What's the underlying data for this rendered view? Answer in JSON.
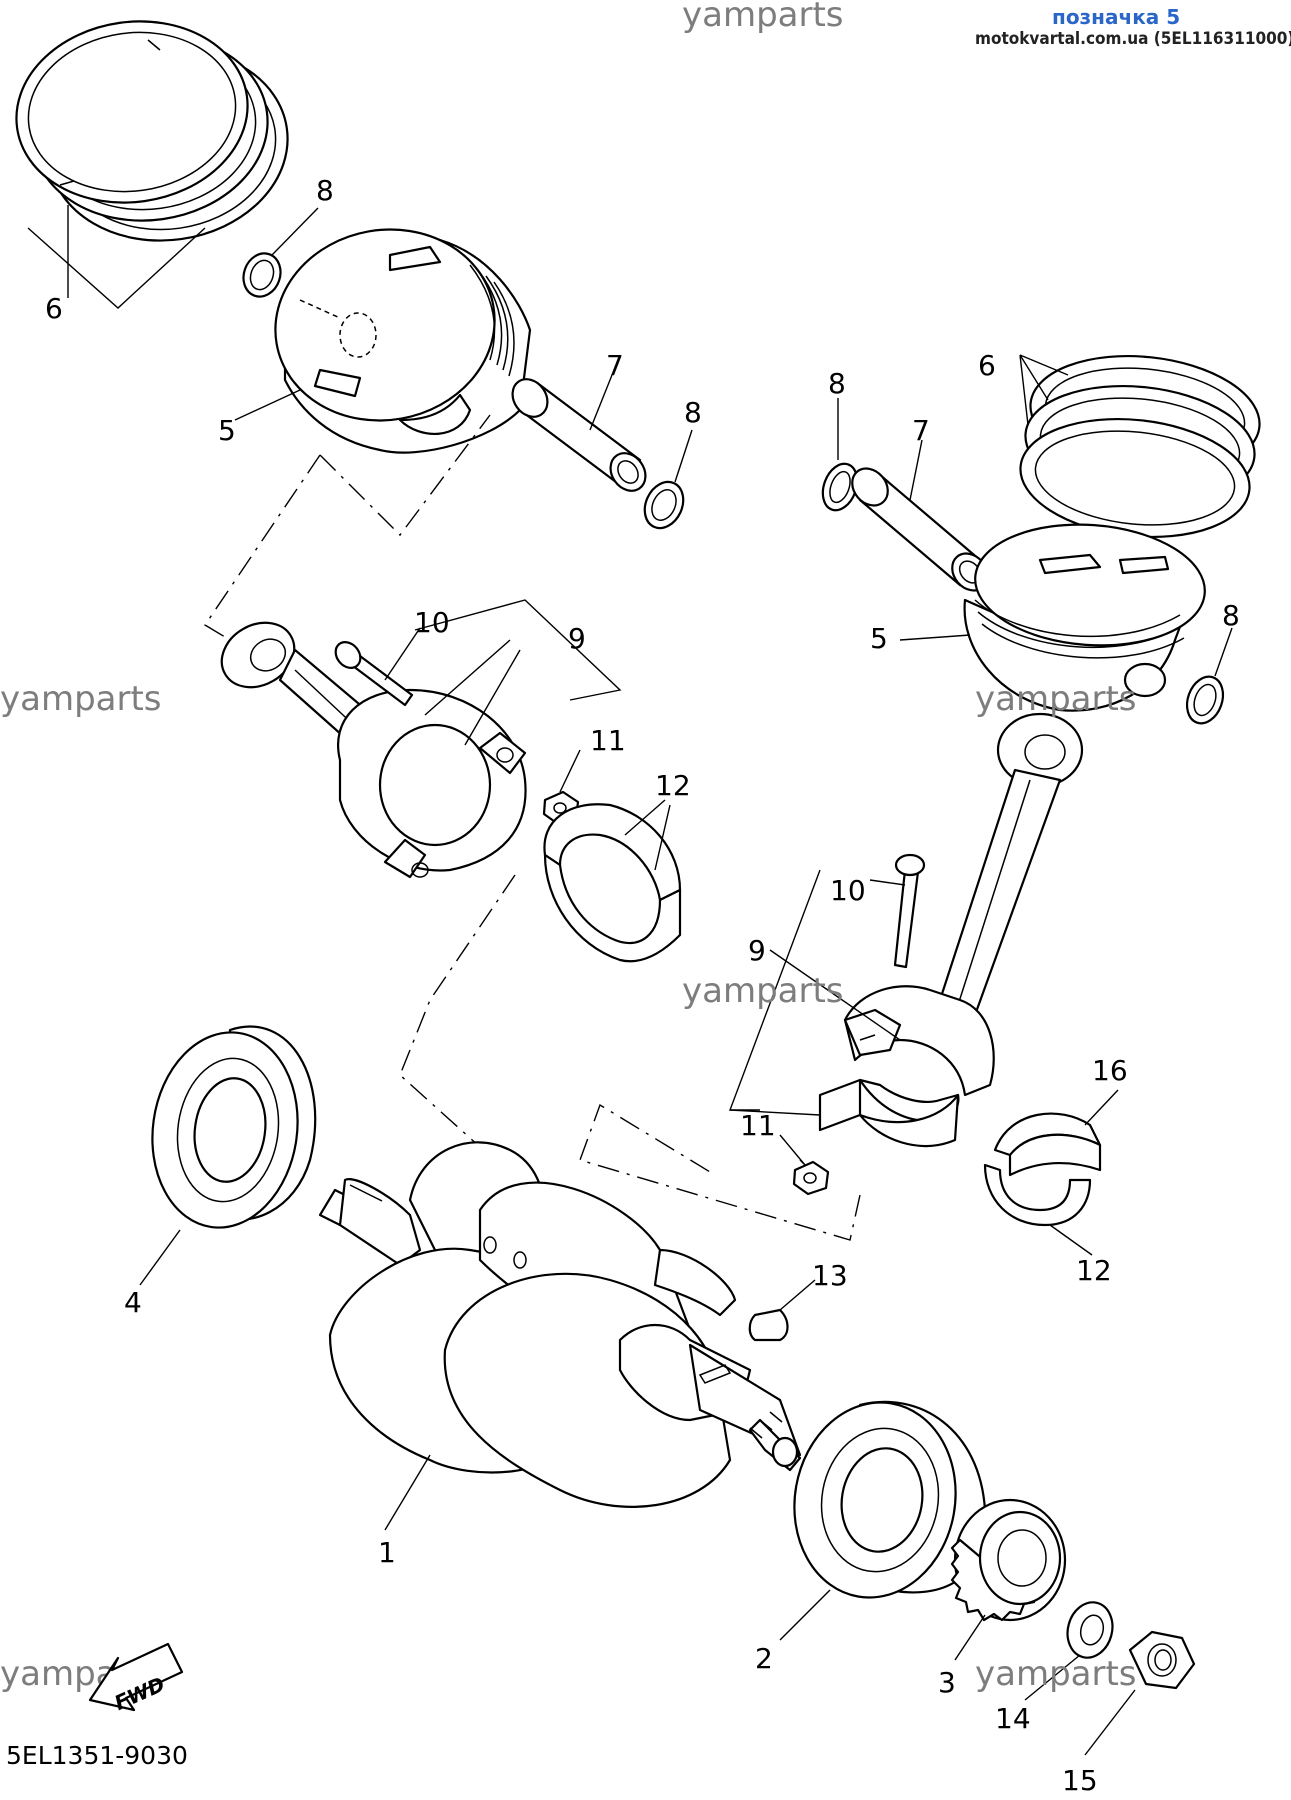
{
  "header": {
    "watermark": "yamparts",
    "link_text": "позначка 5",
    "site_text": "motokvartal.com.ua (5EL116311000)"
  },
  "watermarks": [
    "yamparts",
    "yamparts",
    "yamparts",
    "yamparts",
    "yamparts"
  ],
  "callouts": {
    "n1": "1",
    "n2": "2",
    "n3": "3",
    "n4": "4",
    "n5a": "5",
    "n5b": "5",
    "n6a": "6",
    "n6b": "6",
    "n7a": "7",
    "n7b": "7",
    "n8a": "8",
    "n8b": "8",
    "n8c": "8",
    "n8d": "8",
    "n9a": "9",
    "n9b": "9",
    "n10a": "10",
    "n10b": "10",
    "n11a": "11",
    "n11b": "11",
    "n11c": "11",
    "n12a": "12",
    "n12b": "12",
    "n13": "13",
    "n14": "14",
    "n15": "15",
    "n16": "16"
  },
  "fwd_label": "FWD",
  "diagram_code": "5EL1351-9030",
  "colors": {
    "line": "#000000",
    "watermark": "#7d7d7d",
    "link": "#2a66c8"
  }
}
